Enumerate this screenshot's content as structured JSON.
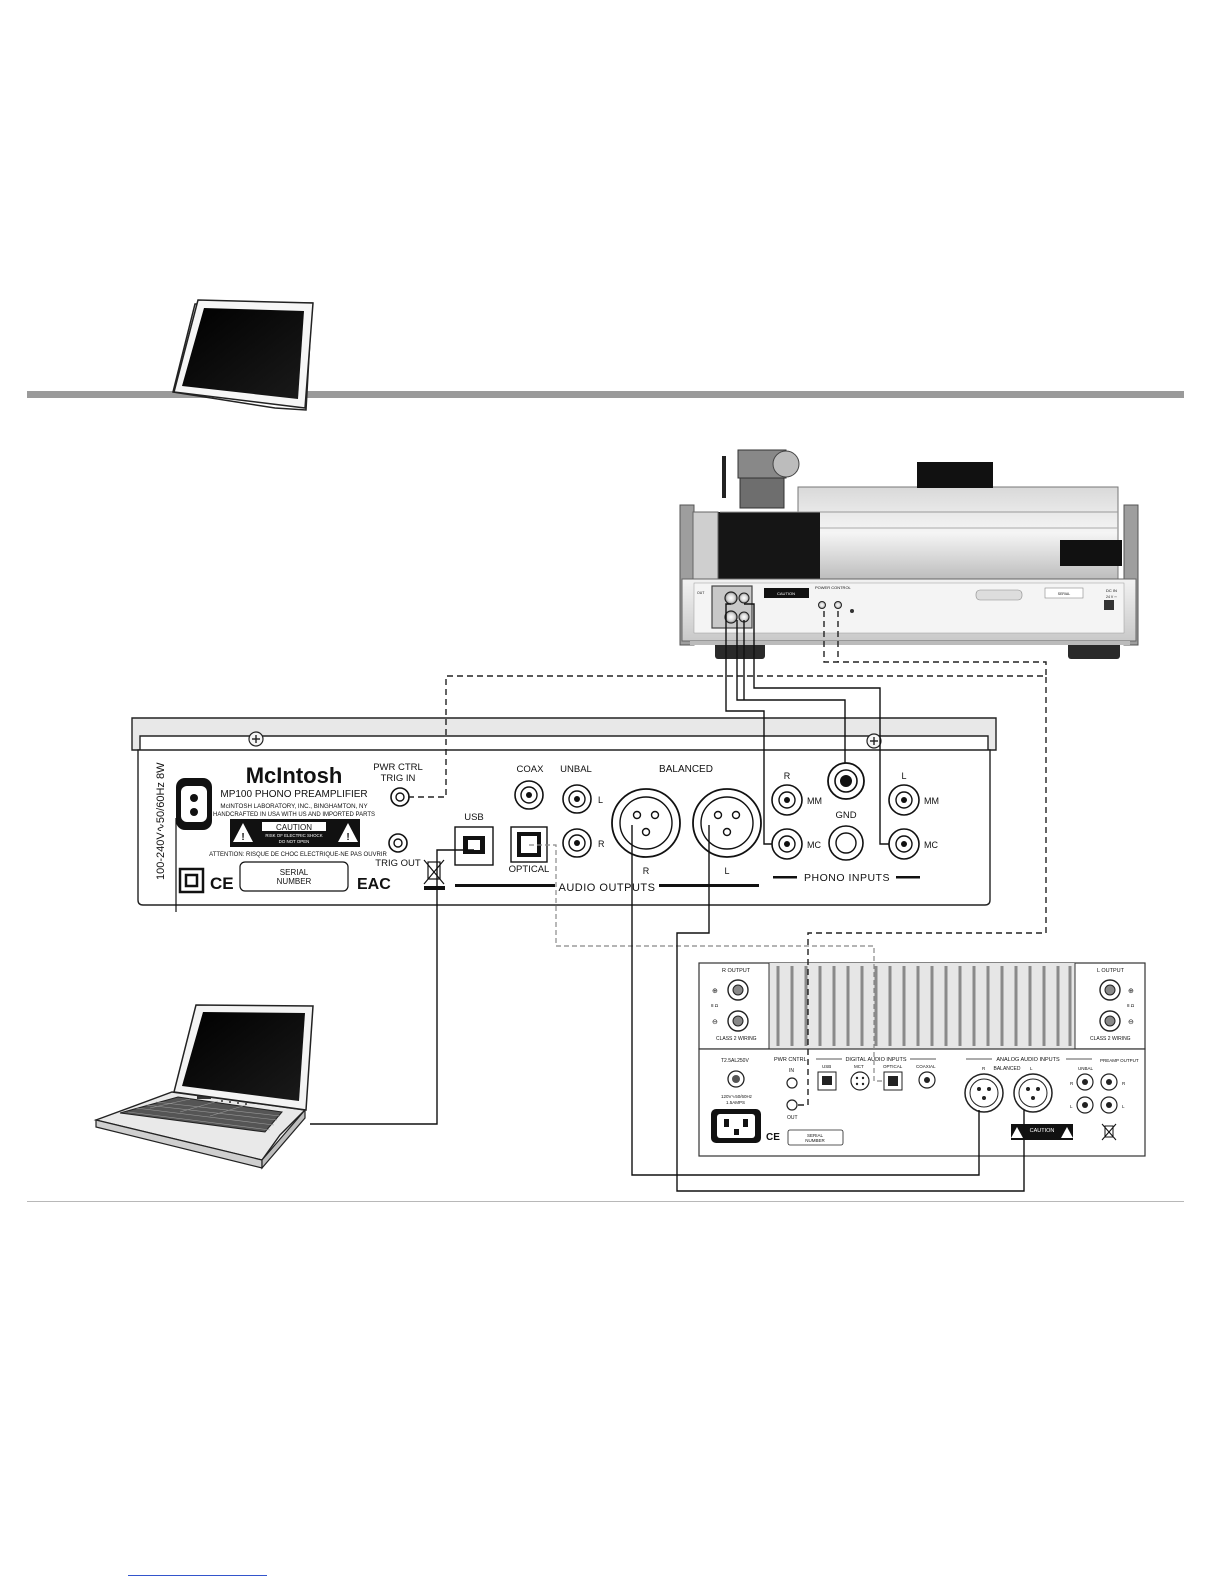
{
  "preamp": {
    "brand": "McIntosh",
    "model": "MP100 PHONO PREAMPLIFIER",
    "maker_line": "McINTOSH LABORATORY, INC., BINGHAMTON, NY",
    "handcrafted": "HANDCRAFTED IN USA WITH US AND IMPORTED PARTS",
    "caution": "CAUTION",
    "caution_sub1": "RISK OF ELECTRIC SHOCK",
    "caution_sub2": "DO NOT OPEN",
    "attention": "ATTENTION: RISQUE DE CHOC ELECTRIQUE-NE PAS OUVRIR",
    "power_rating": "100-240V∿50/60Hz 8W",
    "serial_line1": "SERIAL",
    "serial_line2": "NUMBER",
    "ce": "CE",
    "eac": "EAC",
    "pwr_ctrl": "PWR CTRL",
    "trig_in": "TRIG IN",
    "trig_out": "TRIG OUT",
    "usb": "USB",
    "coax": "COAX",
    "optical": "OPTICAL",
    "unbal": "UNBAL",
    "balanced": "BALANCED",
    "audio_outputs": "AUDIO OUTPUTS",
    "phono_inputs": "PHONO INPUTS",
    "gnd": "GND",
    "r": "R",
    "l": "L",
    "mm": "MM",
    "mc": "MC"
  },
  "amplifier": {
    "r_output": "R OUTPUT",
    "l_output": "L OUTPUT",
    "ohm": "8 Ω",
    "class2": "CLASS 2 WIRING",
    "pwr_cntrl": "PWR CNTRL",
    "in": "IN",
    "out": "OUT",
    "digital_audio_inputs": "DIGITAL AUDIO INPUTS",
    "usb": "USB",
    "mct": "MCT",
    "optical": "OPTICAL",
    "coaxial": "COAXIAL",
    "analog_audio_inputs": "ANALOG AUDIO INPUTS",
    "balanced": "BALANCED",
    "unbal": "UNBAL",
    "preamp_output": "PREAMP OUTPUT",
    "fuse": "T2.5AL250V",
    "mains": "120V∿50/60Hz",
    "amps": "1.5AMPS",
    "serial_line1": "SERIAL",
    "serial_line2": "NUMBER",
    "caution": "CAUTION",
    "ce": "CE",
    "r": "R",
    "l": "L"
  },
  "turntable": {
    "power_control": "POWER CONTROL",
    "serial": "SERIAL",
    "dc_in": "DC IN",
    "dc_spec": "24 V ⎓"
  }
}
